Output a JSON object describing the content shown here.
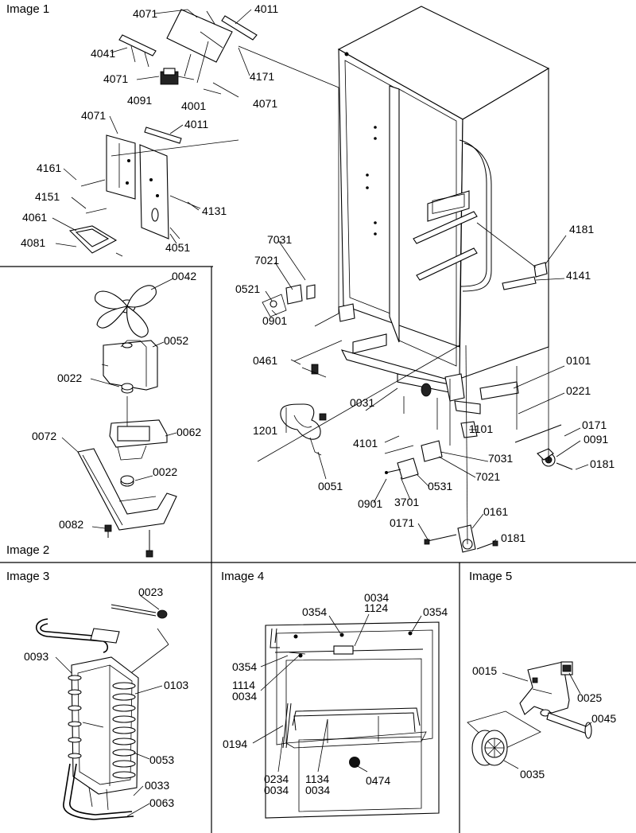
{
  "panels": {
    "image1": "Image 1",
    "image2": "Image 2",
    "image3": "Image 3",
    "image4": "Image 4",
    "image5": "Image 5"
  },
  "callouts": {
    "p4071a": "4071",
    "p4011a": "4011",
    "p4041": "4041",
    "p4071b": "4071",
    "p4091": "4091",
    "p4001": "4001",
    "p4171": "4171",
    "p4071c": "4071",
    "p4071d": "4071",
    "p4011b": "4011",
    "p4161": "4161",
    "p4151": "4151",
    "p4061": "4061",
    "p4081": "4081",
    "p4131": "4131",
    "p4051": "4051",
    "p0042": "0042",
    "p0052": "0052",
    "p0022a": "0022",
    "p0062": "0062",
    "p0072": "0072",
    "p0022b": "0022",
    "p0082": "0082",
    "p7031a": "7031",
    "p7021a": "7021",
    "p0521": "0521",
    "p0901a": "0901",
    "p0461": "0461",
    "p4181": "4181",
    "p4141": "4141",
    "p0101": "0101",
    "p0221": "0221",
    "p1201": "1201",
    "p0031": "0031",
    "p1101": "1101",
    "p0171a": "0171",
    "p0091": "0091",
    "p0181a": "0181",
    "p4101": "4101",
    "p7031b": "7031",
    "p0051": "0051",
    "p0531": "0531",
    "p7021b": "7021",
    "p0901b": "0901",
    "p3701": "3701",
    "p0171b": "0171",
    "p0161": "0161",
    "p0181b": "0181",
    "p0023": "0023",
    "p0093": "0093",
    "p0103": "0103",
    "p0053": "0053",
    "p0033": "0033",
    "p0063": "0063",
    "p0034a": "0034",
    "p1124": "1124",
    "p0354a": "0354",
    "p0354b": "0354",
    "p0354c": "0354",
    "p1114": "1114",
    "p0034b": "0034",
    "p0194": "0194",
    "p0234": "0234",
    "p0034c": "0034",
    "p1134": "1134",
    "p0034d": "0034",
    "p0474": "0474",
    "p0015": "0015",
    "p0025": "0025",
    "p0045": "0045",
    "p0035": "0035"
  }
}
